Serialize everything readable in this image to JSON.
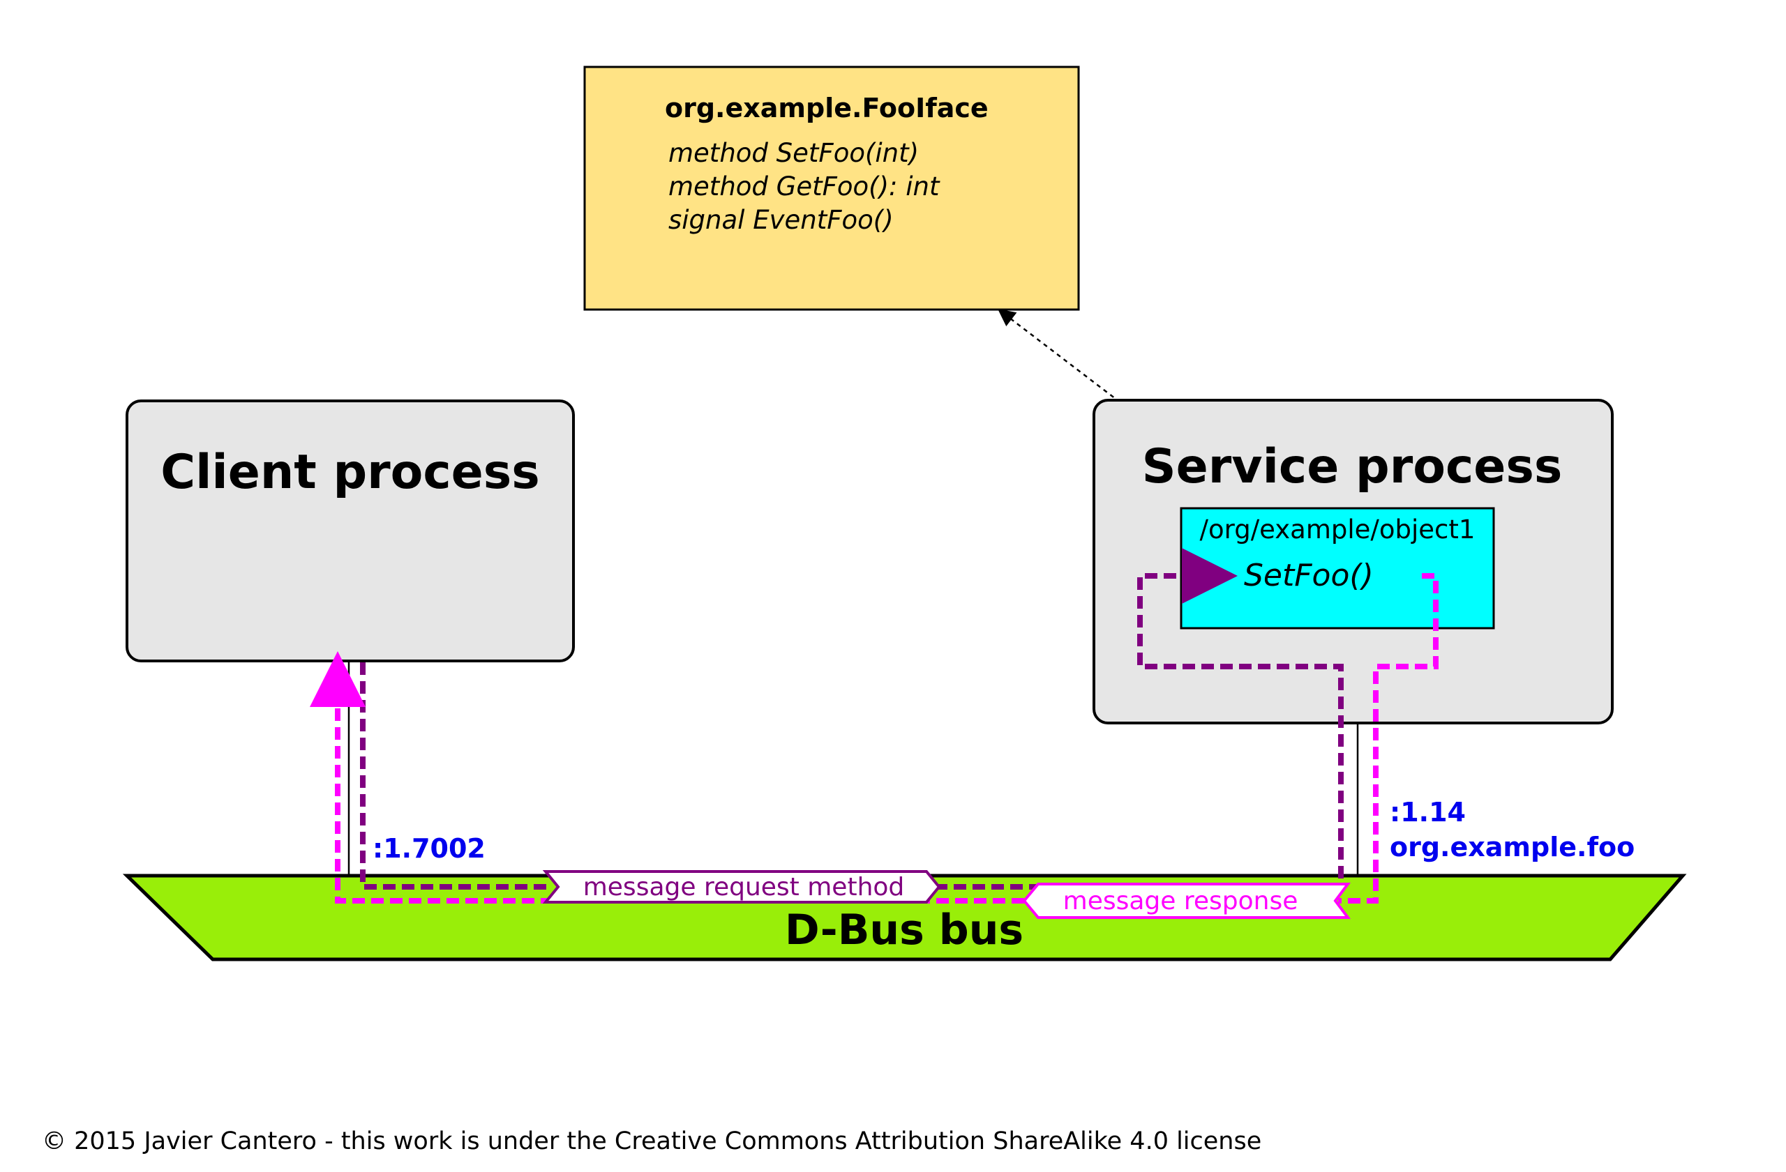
{
  "interface_box": {
    "title": "org.example.FooIface",
    "members": [
      "method SetFoo(int)",
      "method GetFoo(): int",
      "signal EventFoo()"
    ]
  },
  "client": {
    "title": "Client process",
    "bus_name": ":1.7002"
  },
  "service": {
    "title": "Service process",
    "object_path": "/org/example/object1",
    "method": "SetFoo()",
    "bus_name": ":1.14",
    "well_known_name": "org.example.foo"
  },
  "bus": {
    "title": "D-Bus bus",
    "request_label": "message request method",
    "response_label": "message response"
  },
  "footer": {
    "copyright": "© 2015 Javier Cantero - this work is under the Creative Commons Attribution ShareAlike 4.0 license"
  },
  "colors": {
    "interface_fill": "#ffe385",
    "process_fill": "#e6e6e6",
    "object_fill": "#00ffff",
    "bus_fill": "#99ee09",
    "request_color": "#800080",
    "response_color": "#ff00ff",
    "bus_name_color": "#0000ee"
  }
}
